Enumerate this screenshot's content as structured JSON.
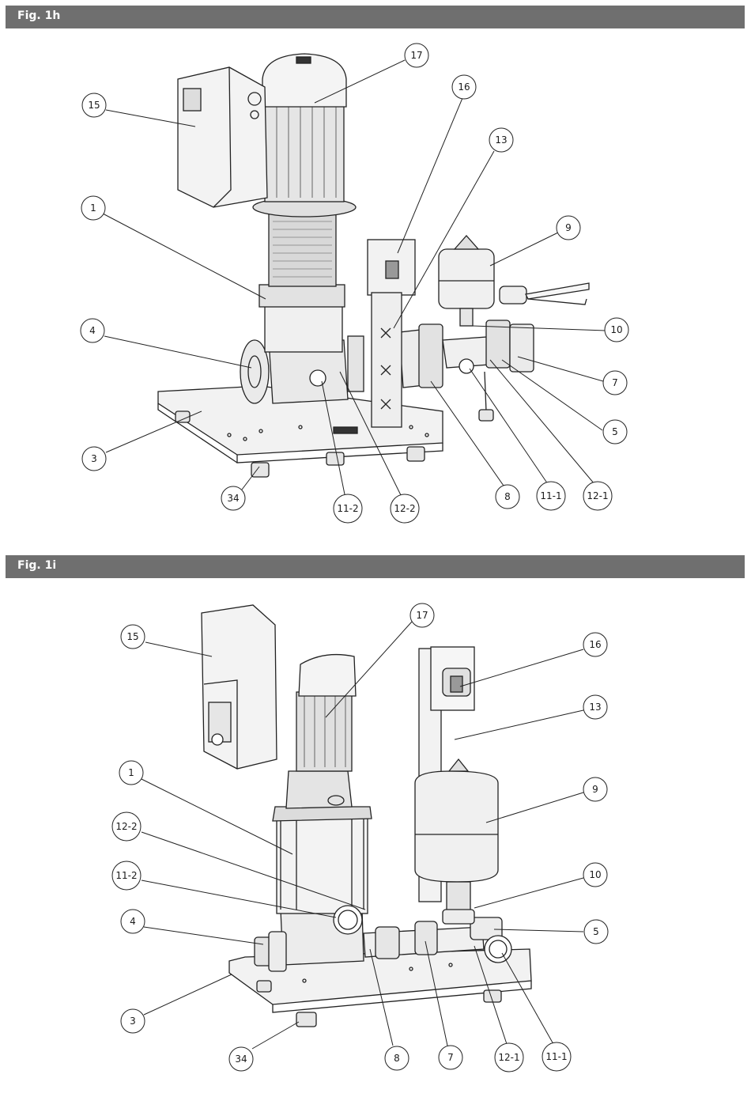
{
  "figures": [
    {
      "title": "Fig. 1h",
      "callouts": [
        "17",
        "16",
        "15",
        "13",
        "1",
        "9",
        "10",
        "4",
        "7",
        "5",
        "3",
        "34",
        "11-2",
        "12-2",
        "8",
        "11-1",
        "12-1"
      ]
    },
    {
      "title": "Fig. 1i",
      "callouts": [
        "17",
        "15",
        "16",
        "13",
        "1",
        "9",
        "12-2",
        "11-2",
        "10",
        "4",
        "5",
        "3",
        "34",
        "8",
        "7",
        "12-1",
        "11-1"
      ]
    }
  ]
}
